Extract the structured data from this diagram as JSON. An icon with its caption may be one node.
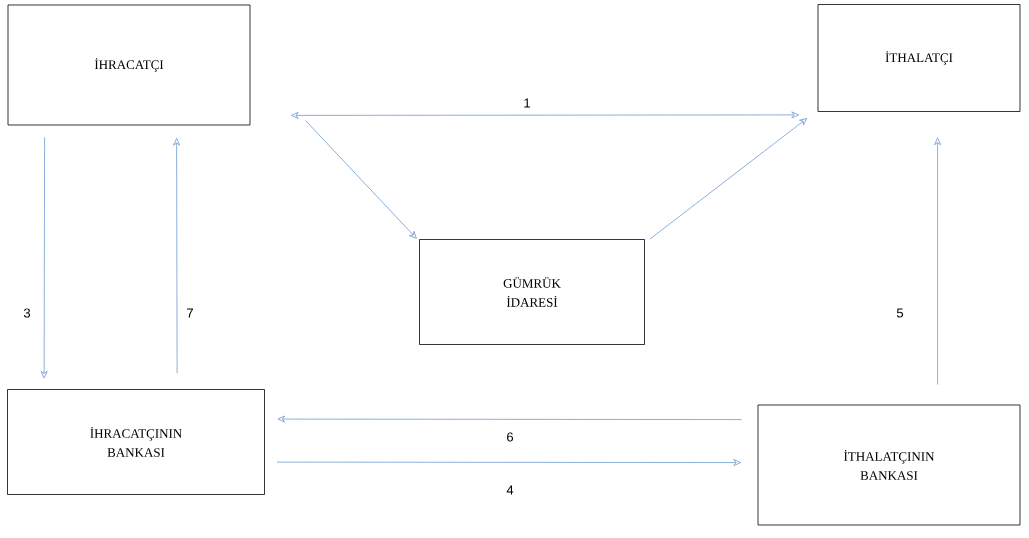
{
  "diagram": {
    "nodes": [
      {
        "text": [
          "İHRACATÇI"
        ]
      },
      {
        "text": [
          "İTHALATÇI"
        ]
      },
      {
        "text": [
          "GÜMRÜK İDARESİ"
        ]
      },
      {
        "text": [
          "İHRACATÇININ BANKASI"
        ]
      },
      {
        "text": [
          "İTHALATÇININ BANKASI"
        ]
      }
    ],
    "edges": [
      {
        "from": 0,
        "to": 1,
        "arrow": "both",
        "label": "1"
      },
      {
        "from": 0,
        "to": 2,
        "arrow": "to"
      },
      {
        "from": 2,
        "to": 1,
        "arrow": "to"
      },
      {
        "from": 0,
        "to": 3,
        "arrow": "to",
        "label": "3"
      },
      {
        "from": 3,
        "to": 0,
        "arrow": "to",
        "label": "7"
      },
      {
        "from": 4,
        "to": 1,
        "arrow": "to",
        "label": "5"
      },
      {
        "from": 4,
        "to": 3,
        "arrow": "to",
        "label": "6"
      },
      {
        "from": 3,
        "to": 4,
        "arrow": "to",
        "label": "4"
      }
    ]
  }
}
